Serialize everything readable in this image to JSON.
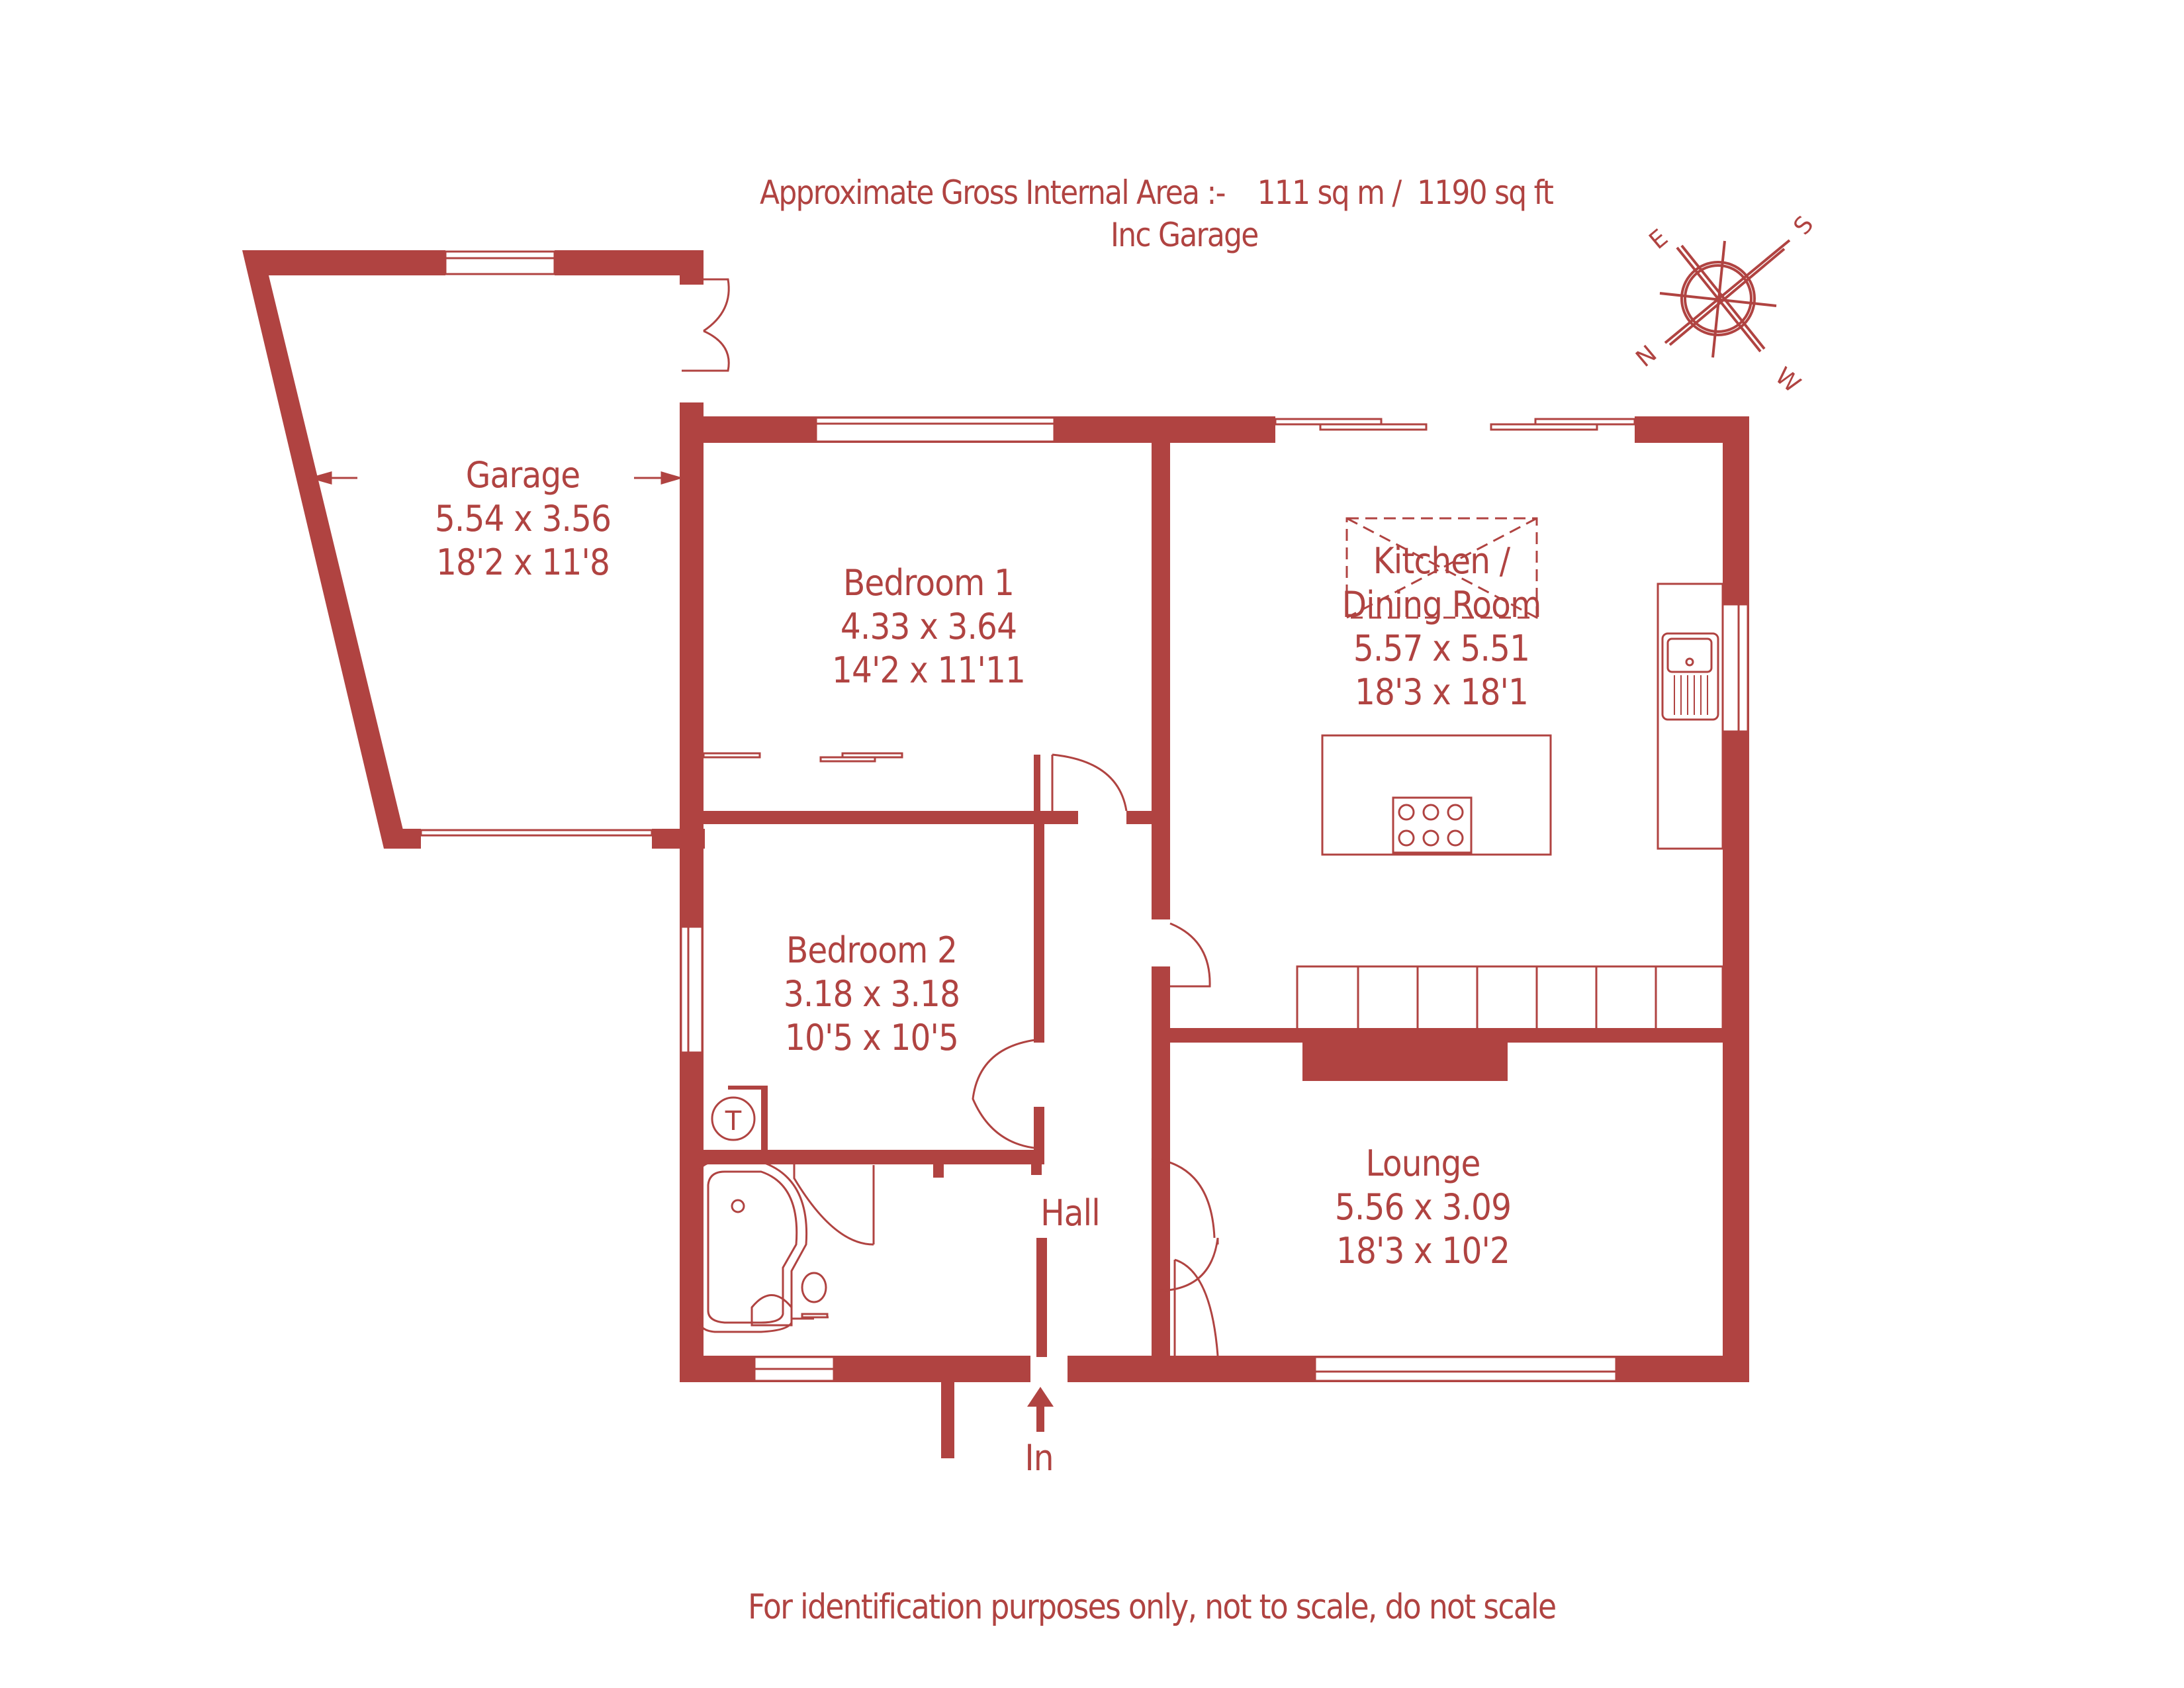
{
  "header": {
    "area_label": "Approximate Gross Internal Area  :-",
    "area_metric": "111 sq m /",
    "area_imperial": "1190 sq ft",
    "area_note": "Inc Garage"
  },
  "compass": {
    "labels": {
      "north": "N",
      "south": "S",
      "east": "E",
      "west": "W"
    }
  },
  "rooms": {
    "garage": {
      "name": "Garage",
      "metric": "5.54 x 3.56",
      "imperial": "18'2 x 11'8"
    },
    "bedroom1": {
      "name": "Bedroom 1",
      "metric": "4.33 x 3.64",
      "imperial": "14'2 x 11'11"
    },
    "kitchen": {
      "name_line1": "Kitchen /",
      "name_line2": "Dining Room",
      "metric": "5.57 x 5.51",
      "imperial": "18'3 x 18'1"
    },
    "bedroom2": {
      "name": "Bedroom 2",
      "metric": "3.18 x 3.18",
      "imperial": "10'5 x 10'5"
    },
    "hall": {
      "name": "Hall"
    },
    "lounge": {
      "name": "Lounge",
      "metric": "5.56 x 3.09",
      "imperial": "18'3 x 10'2"
    }
  },
  "fixtures": {
    "tank_label": "T",
    "entrance_label": "In"
  },
  "footer": {
    "disclaimer": "For identification purposes only, not to scale, do not scale"
  },
  "colors": {
    "wall": "#b04341",
    "background": "#ffffff"
  }
}
